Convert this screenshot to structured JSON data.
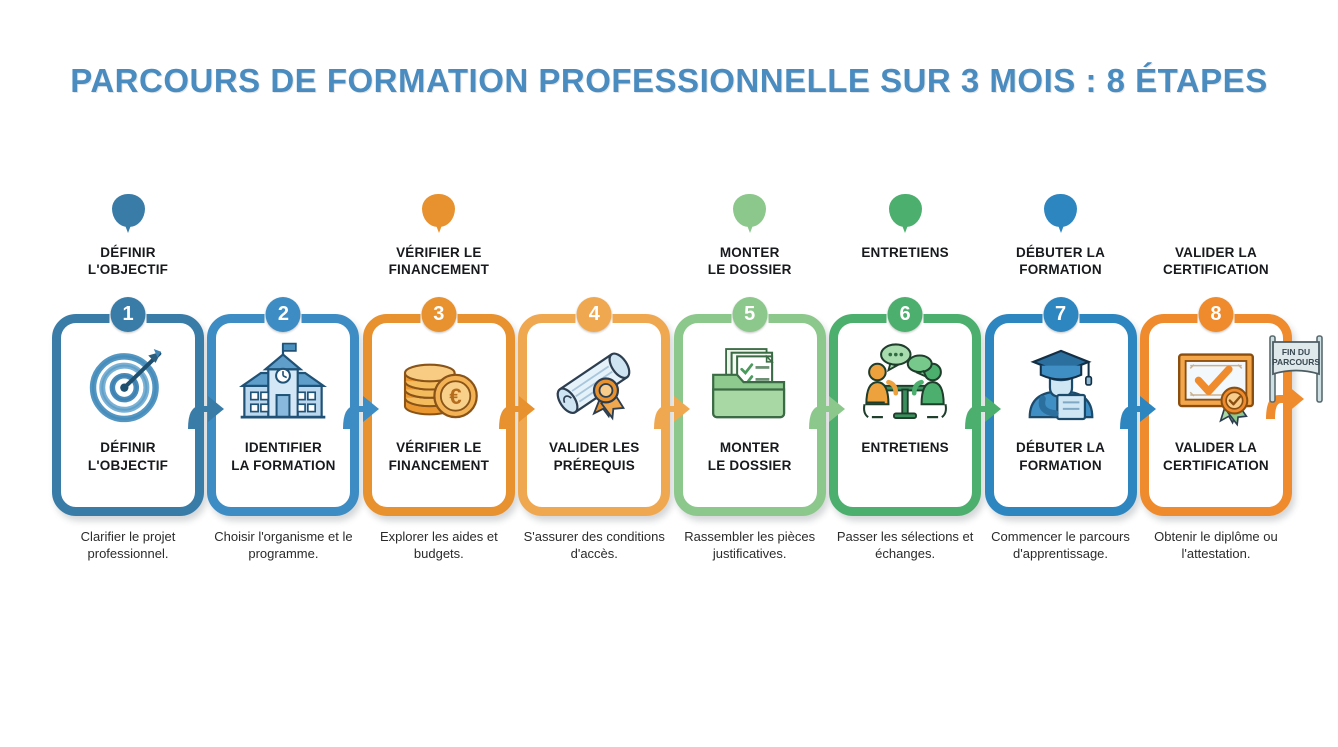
{
  "title": "PARCOURS DE FORMATION PROFESSIONNELLE SUR 3 MOIS : 8 ÉTAPES",
  "title_color": "#4a8cc0",
  "end_flag": {
    "text_line1": "FIN DU",
    "text_line2": "PARCOURS",
    "name": "end-of-journey-flag"
  },
  "steps": [
    {
      "number": "1",
      "color": "#3a7ca8",
      "top_label": "DÉFINIR\nL'OBJECTIF",
      "top_label_line1": "DÉFINIR",
      "top_label_line2": "L'OBJECTIF",
      "has_pin": true,
      "card_label_line1": "DÉFINIR",
      "card_label_line2": "L'OBJECTIF",
      "caption": "Clarifier le projet professionnel.",
      "icon": "target-arrow-icon"
    },
    {
      "number": "2",
      "color": "#3d8cc4",
      "top_label_line1": "",
      "top_label_line2": "",
      "has_pin": false,
      "card_label_line1": "IDENTIFIER",
      "card_label_line2": "LA FORMATION",
      "caption": "Choisir l'organisme et le programme.",
      "icon": "school-building-icon"
    },
    {
      "number": "3",
      "color": "#e8912f",
      "top_label_line1": "VÉRIFIER LE",
      "top_label_line2": "FINANCEMENT",
      "has_pin": true,
      "card_label_line1": "VÉRIFIER LE",
      "card_label_line2": "FINANCEMENT",
      "caption": "Explorer les aides et budgets.",
      "icon": "euro-coins-stack-icon"
    },
    {
      "number": "4",
      "color": "#f0a850",
      "top_label_line1": "",
      "top_label_line2": "",
      "has_pin": false,
      "card_label_line1": "VALIDER LES",
      "card_label_line2": "PRÉREQUIS",
      "caption": "S'assurer des conditions d'accès.",
      "icon": "diploma-scroll-icon"
    },
    {
      "number": "5",
      "color": "#8cc78c",
      "top_label_line1": "MONTER",
      "top_label_line2": "LE DOSSIER",
      "has_pin": true,
      "card_label_line1": "MONTER",
      "card_label_line2": "LE DOSSIER",
      "caption": "Rassembler les pièces justificatives.",
      "icon": "folder-checklist-icon"
    },
    {
      "number": "6",
      "color": "#4caf6e",
      "top_label_line1": "ENTRETIENS",
      "top_label_line2": "",
      "has_pin": true,
      "card_label_line1": "ENTRETIENS",
      "card_label_line2": "",
      "caption": "Passer les sélections et échanges.",
      "icon": "interview-people-talking-icon"
    },
    {
      "number": "7",
      "color": "#2e86c1",
      "top_label_line1": "DÉBUTER LA",
      "top_label_line2": "FORMATION",
      "has_pin": true,
      "card_label_line1": "DÉBUTER LA",
      "card_label_line2": "FORMATION",
      "caption": "Commencer le parcours d'apprentissage.",
      "icon": "graduate-student-tablet-icon"
    },
    {
      "number": "8",
      "color": "#ef8b2c",
      "top_label_line1": "VALIDER LA",
      "top_label_line2": "CERTIFICATION",
      "has_pin": false,
      "card_label_line1": "VALIDER LA",
      "card_label_line2": "CERTIFICATION",
      "caption": "Obtenir le diplôme ou l'attestation.",
      "icon": "certificate-check-rosette-icon"
    }
  ],
  "arrows": [
    {
      "from": "1",
      "to": "2",
      "color": "#3a7ca8"
    },
    {
      "from": "2",
      "to": "3",
      "color": "#3d8cc4"
    },
    {
      "from": "3",
      "to": "4",
      "color": "#e8912f"
    },
    {
      "from": "4",
      "to": "5",
      "color": "#f0a850"
    },
    {
      "from": "5",
      "to": "6",
      "color": "#8cc78c"
    },
    {
      "from": "6",
      "to": "7",
      "color": "#4caf6e"
    },
    {
      "from": "7",
      "to": "8",
      "color": "#2e86c1"
    },
    {
      "from": "8",
      "to": "end",
      "color": "#ef8b2c"
    }
  ]
}
